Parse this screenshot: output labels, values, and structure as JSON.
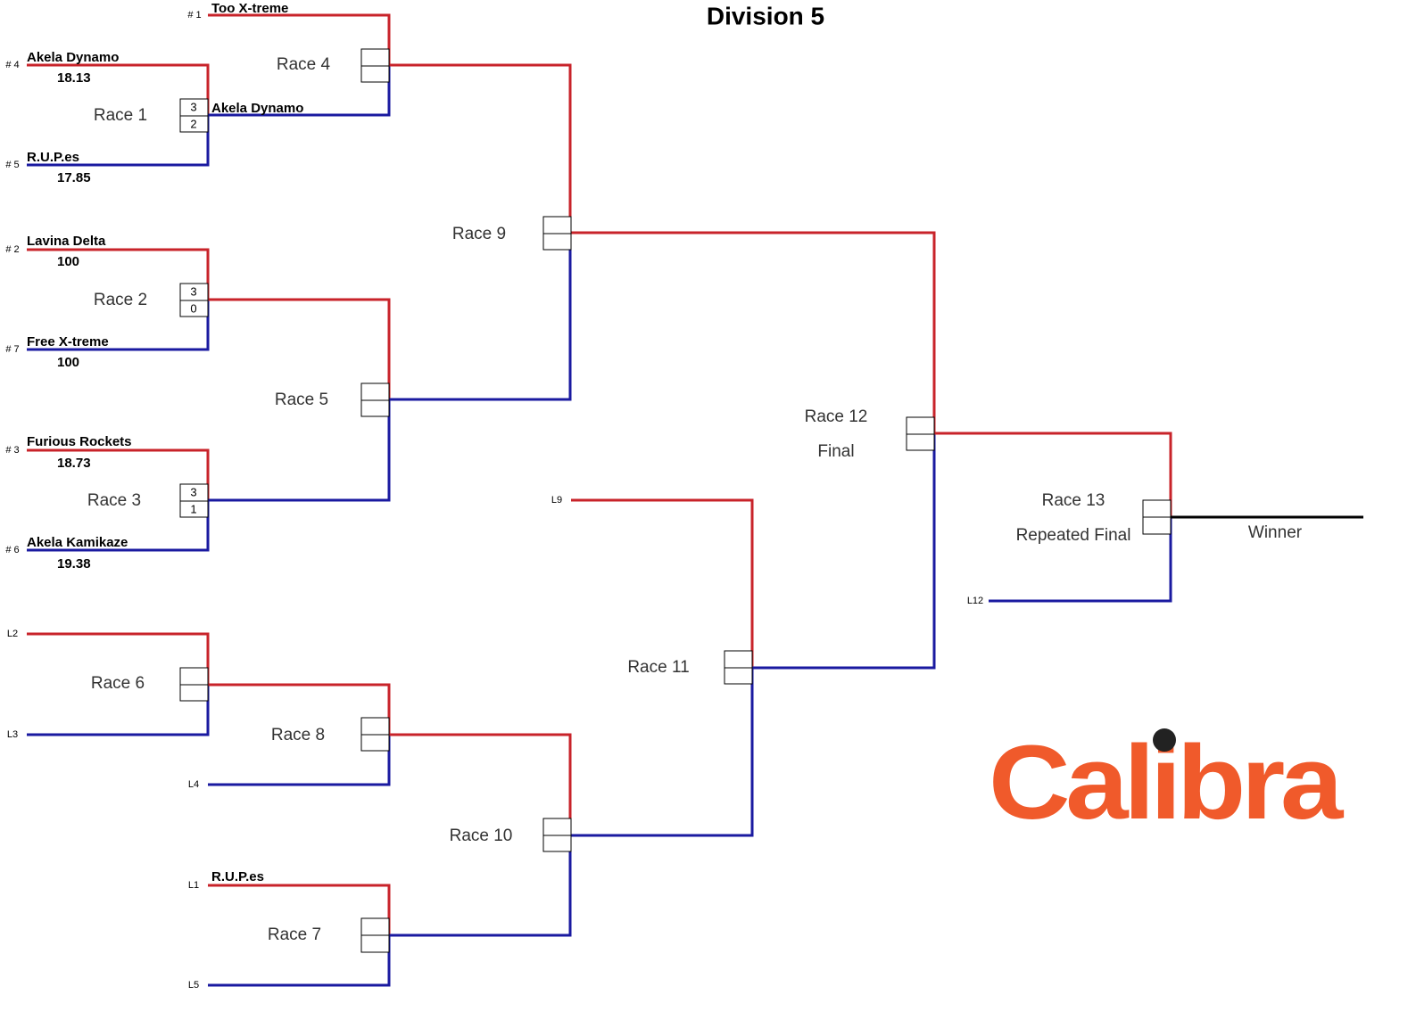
{
  "title": "Division 5",
  "races": {
    "r1": "Race 1",
    "r2": "Race 2",
    "r3": "Race 3",
    "r4": "Race 4",
    "r5": "Race 5",
    "r6": "Race 6",
    "r7": "Race 7",
    "r8": "Race 8",
    "r9": "Race 9",
    "r10": "Race 10",
    "r11": "Race 11",
    "r12": "Race 12",
    "r12sub": "Final",
    "r13": "Race 13",
    "r13sub": "Repeated Final"
  },
  "seeds": {
    "s1": "# 1",
    "s2": "# 2",
    "s3": "# 3",
    "s4": "# 4",
    "s5": "# 5",
    "s6": "# 6",
    "s7": "# 7",
    "L1": "L1",
    "L2": "L2",
    "L3": "L3",
    "L4": "L4",
    "L5": "L5",
    "L9": "L9",
    "L12": "L12"
  },
  "teams": {
    "s1": "Too X-treme",
    "s4": "Akela Dynamo",
    "s5": "R.U.P.es",
    "s2": "Lavina Delta",
    "s7": "Free X-treme",
    "s3": "Furious Rockets",
    "s6": "Akela Kamikaze",
    "r1winner": "Akela Dynamo",
    "L1": "R.U.P.es"
  },
  "times": {
    "s4": "18.13",
    "s5": "17.85",
    "s2": "100",
    "s7": "100",
    "s3": "18.73",
    "s6": "19.38"
  },
  "scores": {
    "r1": [
      "3",
      "2"
    ],
    "r2": [
      "3",
      "0"
    ],
    "r3": [
      "3",
      "1"
    ]
  },
  "winner_label": "Winner",
  "logo": "Calibra",
  "colors": {
    "upper": "#c8232a",
    "lower": "#1a1aa0",
    "logo": "#f05a2b"
  }
}
